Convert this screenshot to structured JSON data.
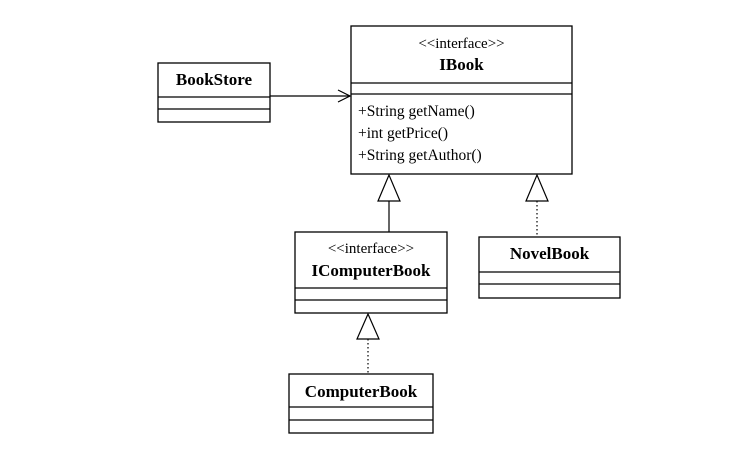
{
  "diagram": {
    "classes": {
      "ibook": {
        "stereotype": "<<interface>>",
        "name": "IBook",
        "methods": [
          "+String getName()",
          "+int getPrice()",
          "+String getAuthor()"
        ]
      },
      "bookstore": {
        "name": "BookStore"
      },
      "icomputerbook": {
        "stereotype": "<<interface>>",
        "name": "IComputerBook"
      },
      "novelbook": {
        "name": "NovelBook"
      },
      "computerbook": {
        "name": "ComputerBook"
      }
    },
    "relations": [
      {
        "type": "association",
        "from": "BookStore",
        "to": "IBook"
      },
      {
        "type": "generalization",
        "from": "IComputerBook",
        "to": "IBook"
      },
      {
        "type": "realization",
        "from": "NovelBook",
        "to": "IBook"
      },
      {
        "type": "realization",
        "from": "ComputerBook",
        "to": "IComputerBook"
      }
    ]
  }
}
